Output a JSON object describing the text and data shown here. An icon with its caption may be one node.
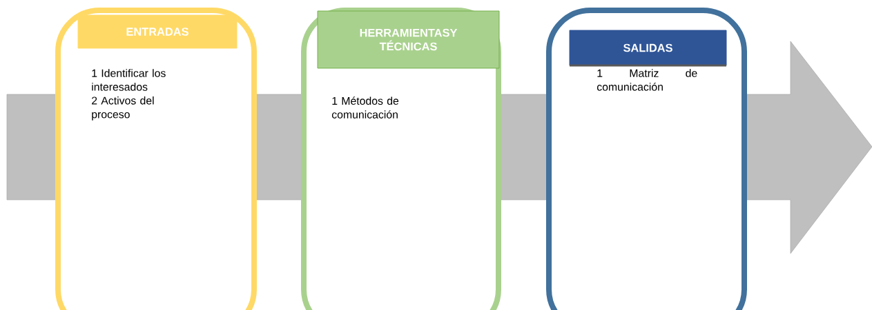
{
  "diagram": {
    "nodes": [
      {
        "text": [
          "1 Identificar los interesados",
          "2 Activos del proceso"
        ]
      },
      {
        "text": [
          "ENTRADAS"
        ],
        "in": 0
      },
      {
        "text": [
          "1 Métodos de comunicación"
        ]
      },
      {
        "text": [
          "HERRAMIENTASY TÉCNICAS"
        ],
        "in": 2
      },
      {
        "text": [
          "1 Matriz de comunicación"
        ]
      },
      {
        "text": [
          "SALIDAS"
        ],
        "in": 4
      }
    ]
  }
}
